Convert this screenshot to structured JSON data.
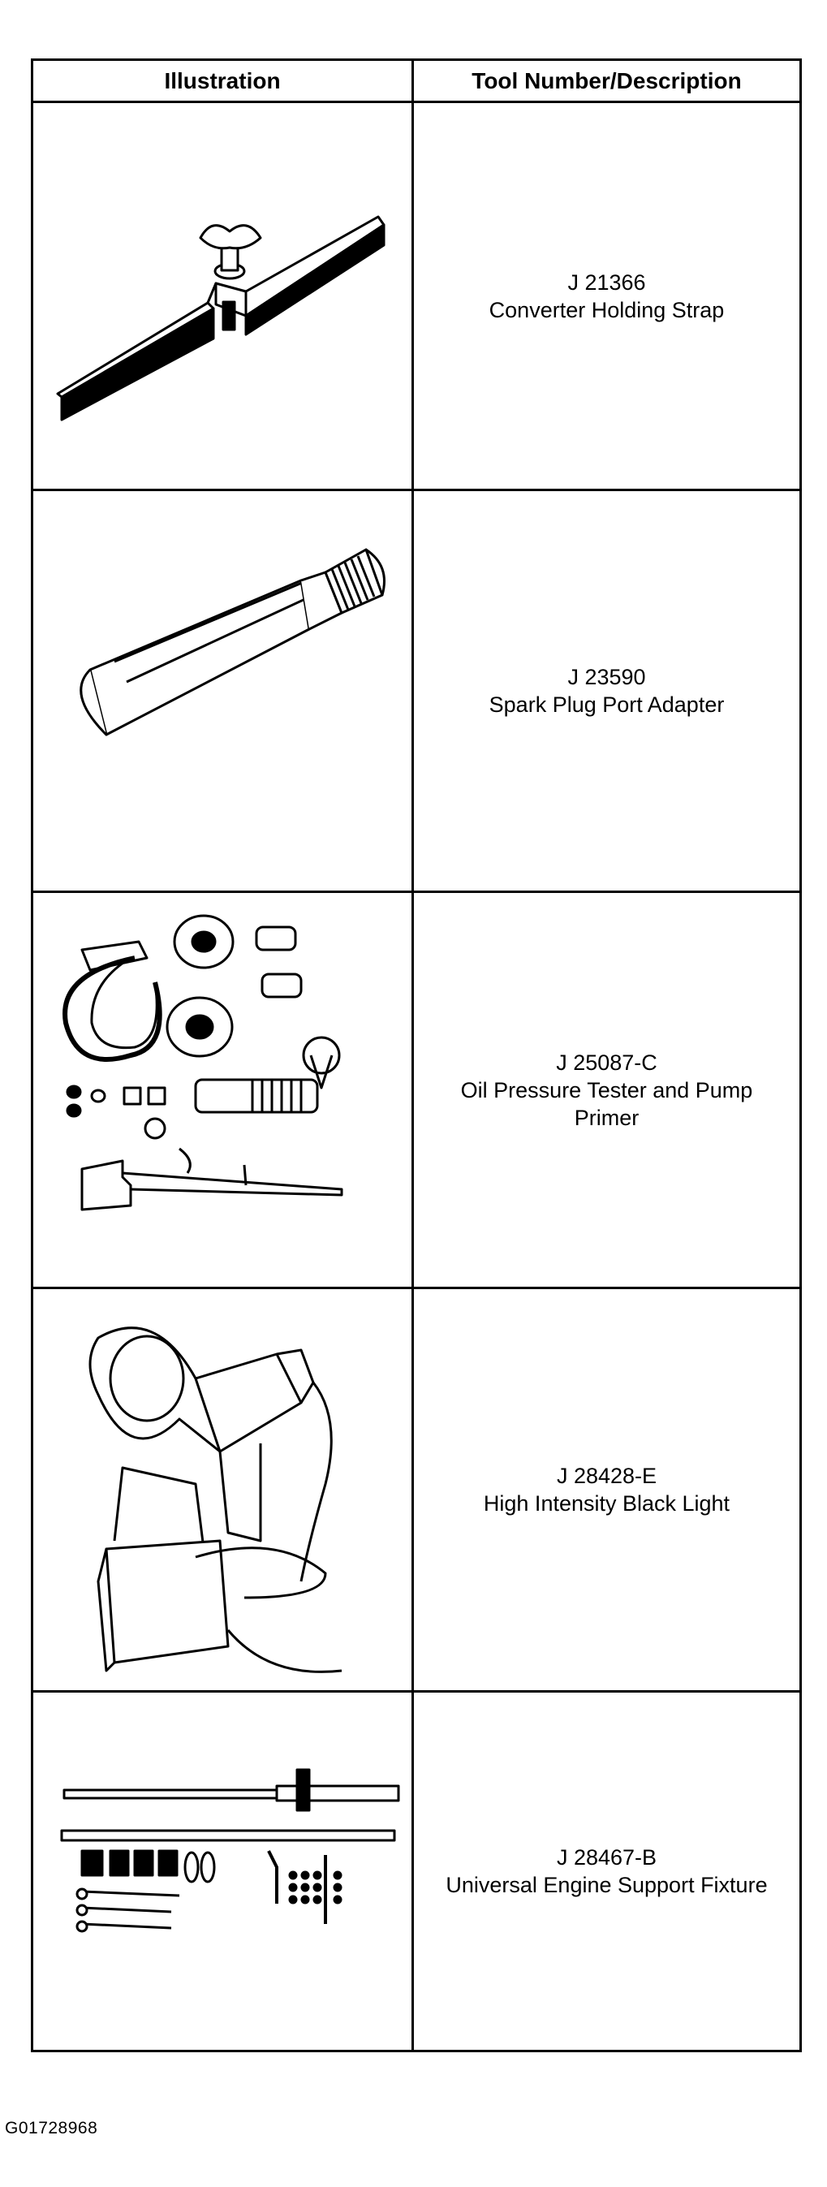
{
  "table": {
    "header": {
      "illustration": "Illustration",
      "description": "Tool Number/Description"
    },
    "rows": [
      {
        "number": "J 21366",
        "description": "Converter Holding Strap",
        "icon": "converter-holding-strap-icon"
      },
      {
        "number": "J 23590",
        "description": "Spark Plug Port Adapter",
        "icon": "spark-plug-port-adapter-icon"
      },
      {
        "number": "J 25087-C",
        "description": "Oil Pressure Tester and Pump Primer",
        "icon": "oil-pressure-tester-icon"
      },
      {
        "number": "J 28428-E",
        "description": "High Intensity Black Light",
        "icon": "black-light-icon"
      },
      {
        "number": "J 28467-B",
        "description": "Universal Engine Support Fixture",
        "icon": "engine-support-fixture-icon"
      }
    ]
  },
  "figure_id": "G01728968"
}
